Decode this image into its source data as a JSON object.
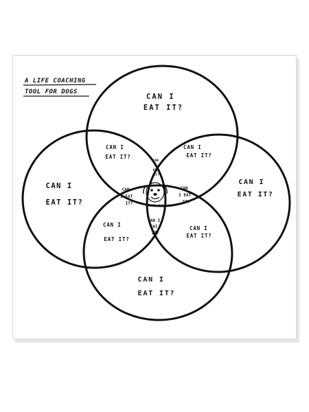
{
  "title": {
    "line1": "A LIFE COACHING",
    "line2": "TOOL FOR DOGS"
  },
  "regions": {
    "top": [
      "CAN I",
      "EAT IT?"
    ],
    "left": [
      "CAN I",
      "EAT IT?"
    ],
    "right": [
      "CAN I",
      "EAT IT?"
    ],
    "bottom": [
      "CAN I",
      "EAT IT?"
    ],
    "top_left": [
      "CAN I",
      "EAT IT?"
    ],
    "top_right": [
      "CAN I",
      "EAT IT?"
    ],
    "bottom_left": [
      "CAN I",
      "EAT IT?"
    ],
    "bottom_right": [
      "CAN I",
      "EAT IT?"
    ],
    "inner_left": [
      "CAN",
      "I EAT",
      "IT?"
    ],
    "inner_right": [
      "CAN",
      "I EAT",
      "IT?"
    ],
    "inner_top": [
      "CAN",
      "I",
      "EAT",
      "IT?"
    ],
    "inner_bottom": [
      "CAN I",
      "EAT",
      "IT?"
    ]
  },
  "center": {
    "caption": "HAPPY DOG"
  },
  "colors": {
    "ink": "#111111",
    "paper": "#ffffff"
  }
}
